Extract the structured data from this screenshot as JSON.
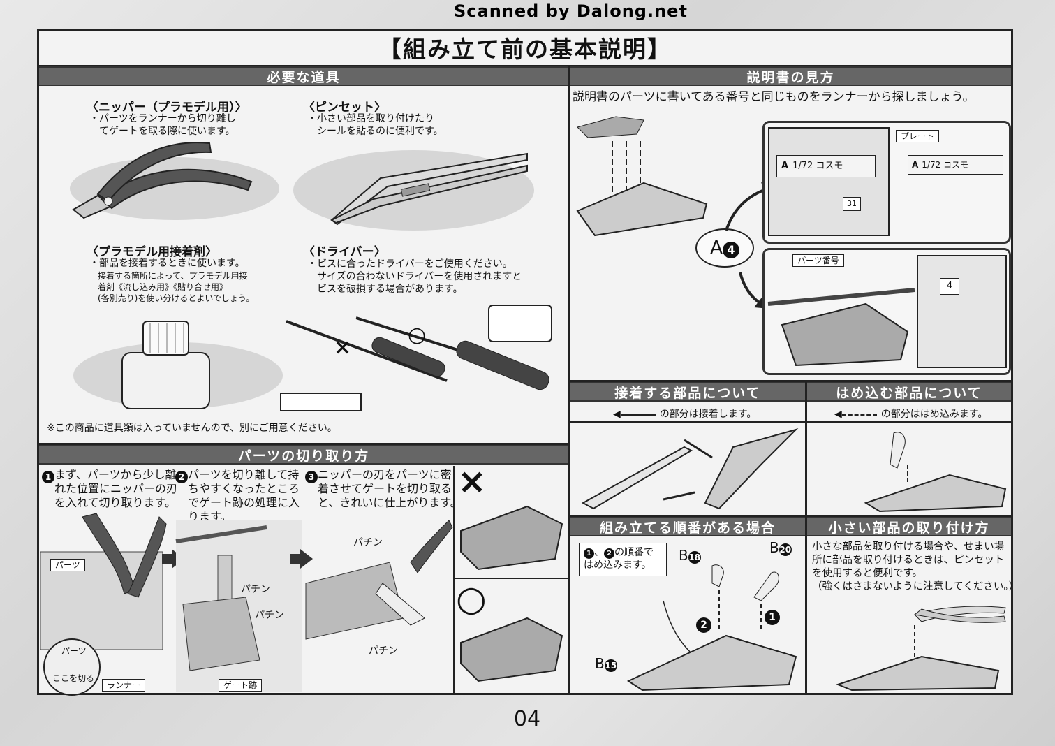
{
  "watermark": "Scanned by Dalong.net",
  "title": "【組み立て前の基本説明】",
  "page_number": "04",
  "tools": {
    "header": "必要な道具",
    "nipper": {
      "title": "〈ニッパー（プラモデル用）〉",
      "desc": "・パーツをランナーから切り離し\n　てゲートを取る際に使います。"
    },
    "tweezers": {
      "title": "〈ピンセット〉",
      "desc": "・小さい部品を取り付けたり\n　シールを貼るのに便利です。"
    },
    "glue": {
      "title": "〈プラモデル用接着剤〉",
      "desc": "・部品を接着するときに使います。",
      "note": "　接着する箇所によって、プラモデル用接\n　着剤《流し込み用》《貼り合せ用》\n　(各別売り)を使い分けるとよいでしょう。"
    },
    "driver": {
      "title": "〈ドライバー〉",
      "desc": "・ビスに合ったドライバーをご使用ください。\n　サイズの合わないドライバーを使用されますと\n　ビスを破損する場合があります。",
      "ng_mark": "×",
      "ok_mark": "○"
    },
    "footnote": "※この商品に道具類は入っていませんので、別にご用意ください。"
  },
  "manual": {
    "header": "説明書の見方",
    "desc": "説明書のパーツに書いてある番号と同じものをランナーから探しましょう。",
    "plate_label": "プレート",
    "parts_number_label": "パーツ番号",
    "part_code_letter": "A",
    "part_code_num": "4",
    "plate_text_1": "1/72 コスモ",
    "plate_text_2": "1/72 コスモ",
    "plate_letter": "A",
    "tag_31": "31",
    "tag_4": "4"
  },
  "cutting": {
    "header": "パーツの切り取り方",
    "step1": {
      "num": "1",
      "text": "まず、パーツから少し離\nれた位置にニッパーの刃\nを入れて切り取ります。"
    },
    "step2": {
      "num": "2",
      "text": "パーツを切り離して持\nちやすくなったところ\nでゲート跡の処理に入\nります。"
    },
    "step3": {
      "num": "3",
      "text": "ニッパーの刃をパーツに密\n着させてゲートを切り取る\nと、きれいに仕上がります。"
    },
    "label_parts": "パーツ",
    "label_runner": "ランナー",
    "label_cut_here": "ここを切る",
    "label_parts_inset": "パーツ",
    "label_gate": "ゲート跡",
    "sfx_1": "パチン",
    "sfx_2": "パチン",
    "sfx_3": "パチン",
    "sfx_4": "パチン",
    "ng_mark": "×",
    "ok_mark": "○"
  },
  "glue_parts": {
    "header": "接着する部品について",
    "desc": "の部分は接着します。"
  },
  "snap_parts": {
    "header": "はめ込む部品について",
    "desc": "の部分ははめ込みます。"
  },
  "order": {
    "header": "組み立てる順番がある場合",
    "box_text": "、",
    "box_text_2": "の順番で\nはめ込みます。",
    "num1": "1",
    "num2": "2",
    "b18": "B",
    "b18n": "18",
    "b20": "B",
    "b20n": "20",
    "b15": "B",
    "b15n": "15"
  },
  "small_parts": {
    "header": "小さい部品の取り付け方",
    "desc": "小さな部品を取り付ける場合や、せまい場\n所に部品を取り付けるときは、ピンセット\nを使用すると便利です。\n（強くはさまないように注意してください。）"
  }
}
